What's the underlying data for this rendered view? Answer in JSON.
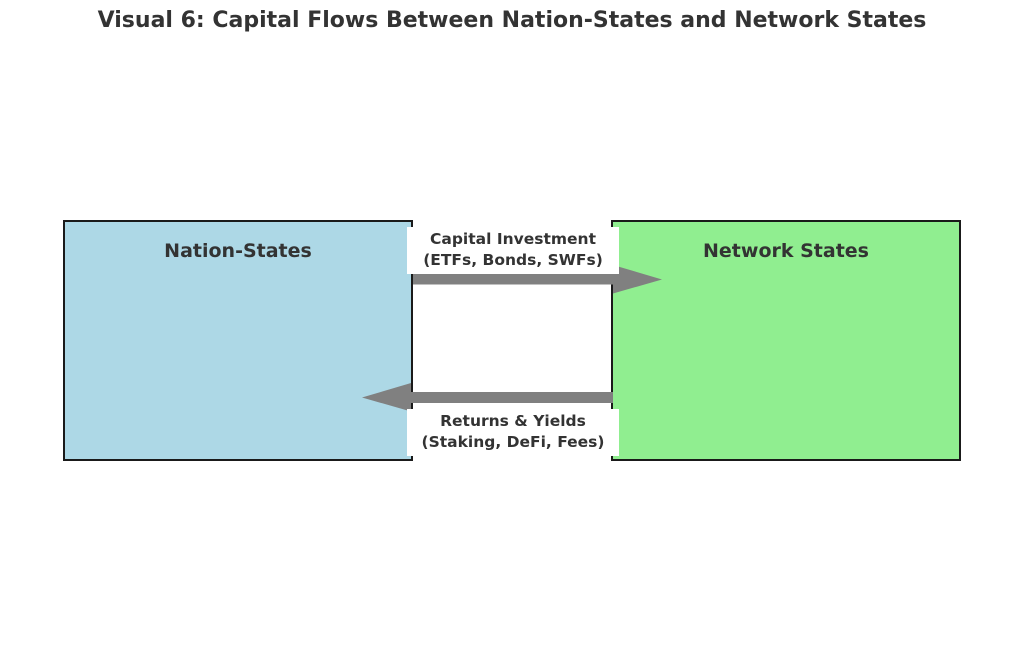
{
  "figure": {
    "title": "Visual 6: Capital Flows Between Nation-States and Network States"
  },
  "nodes": [
    {
      "id": "nation-states",
      "label": "Nation-States",
      "fill": "#add8e6",
      "stroke": "#1a1a1a"
    },
    {
      "id": "network-states",
      "label": "Network States",
      "fill": "#90ee90",
      "stroke": "#1a1a1a"
    }
  ],
  "edges": [
    {
      "id": "capital-investment",
      "direction": "nation-states-to-network-states",
      "label_line1": "Capital Investment",
      "label_line2": "(ETFs, Bonds, SWFs)",
      "color": "#808080"
    },
    {
      "id": "returns-yields",
      "direction": "network-states-to-nation-states",
      "label_line1": "Returns & Yields",
      "label_line2": "(Staking, DeFi, Fees)",
      "color": "#808080"
    }
  ],
  "colors": {
    "background": "#ffffff",
    "text": "#333333",
    "arrow": "#808080",
    "nation_states_fill": "#add8e6",
    "network_states_fill": "#90ee90",
    "border": "#1a1a1a"
  }
}
